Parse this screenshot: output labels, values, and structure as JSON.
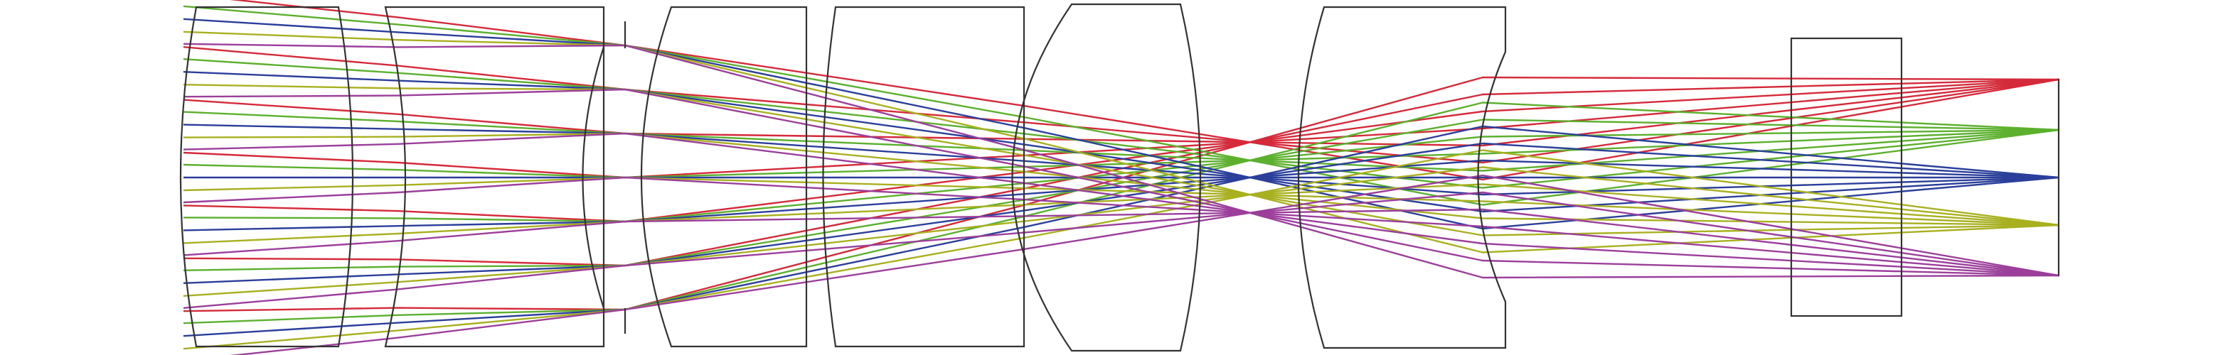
{
  "diagram": {
    "fields": [
      {
        "name": "field-1",
        "color": "#d42a3a"
      },
      {
        "name": "field-2",
        "color": "#5cb02e"
      },
      {
        "name": "field-3",
        "color": "#2b3f9a"
      },
      {
        "name": "field-4",
        "color": "#a8b020"
      },
      {
        "name": "field-5",
        "color": "#9b3f9b"
      }
    ],
    "rays_per_field": 7
  }
}
